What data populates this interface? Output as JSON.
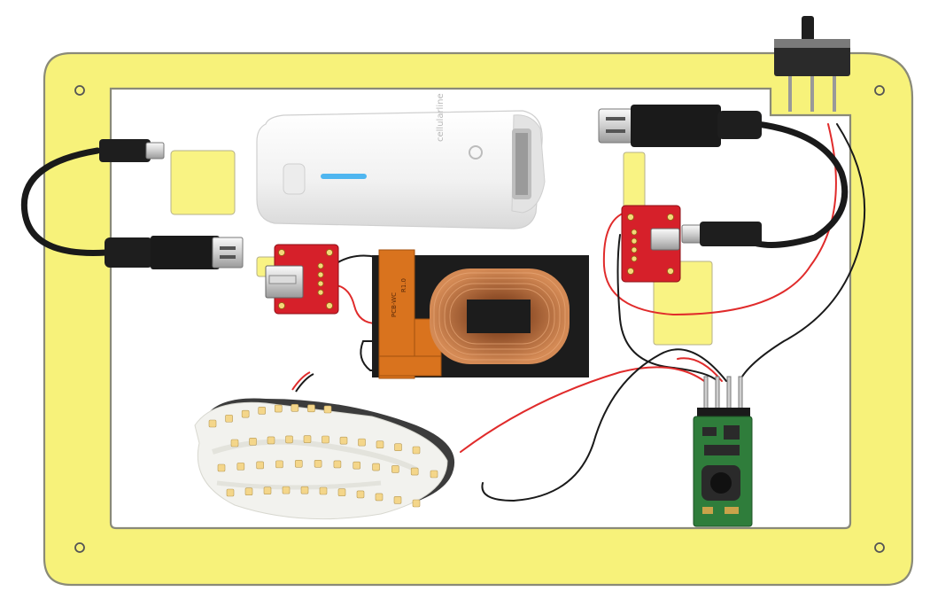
{
  "canvas": {
    "background": "#ffffff"
  },
  "colors": {
    "frame_fill": "#f7f27a",
    "frame_stroke": "#8a8a78",
    "pad_fill": "#f9f383",
    "pcb_red": "#d6202a",
    "pcb_green": "#2f7d3b",
    "wire_red": "#e02b2b",
    "wire_black": "#1a1a1a",
    "coil_copper": "#c47a45",
    "flex_orange": "#d9731e",
    "led_white": "#f2f2ee",
    "led_yellow": "#f4d68a",
    "powerbank_white": "#f4f4f4",
    "status_led": "#4fb6f0"
  },
  "components": {
    "power_bank": {
      "icon": "power-bank-icon",
      "brand_text": "cellularline"
    },
    "micro_usb_cable_left": {
      "icon": "usb-cable-icon"
    },
    "micro_usb_cable_right": {
      "icon": "usb-cable-icon"
    },
    "usb_a_breakout": {
      "icon": "usb-breakout-board-icon"
    },
    "micro_usb_breakout": {
      "icon": "usb-breakout-board-icon"
    },
    "qi_coil": {
      "icon": "wireless-charging-coil-icon",
      "flex_label": "PCB-WC",
      "flex_label_2": "R1.0"
    },
    "led_strip": {
      "icon": "led-strip-icon"
    },
    "step_up_module": {
      "icon": "dc-dc-converter-icon"
    },
    "slide_switch": {
      "icon": "slide-switch-icon"
    }
  }
}
